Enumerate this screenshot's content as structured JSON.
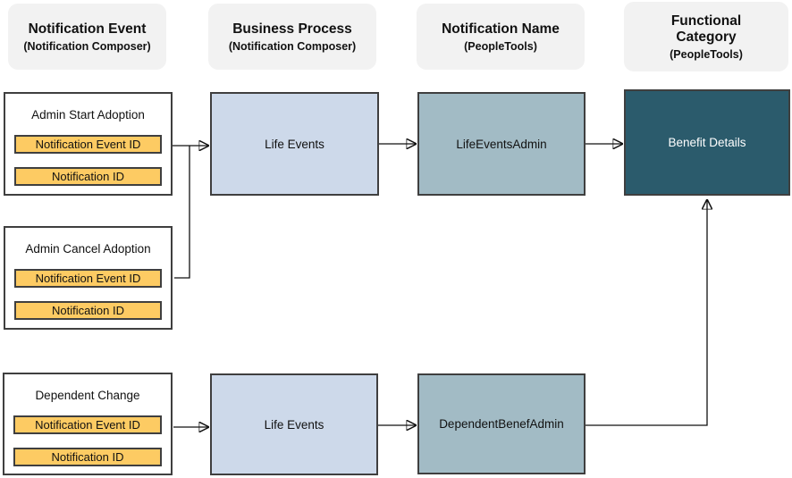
{
  "diagram": {
    "headers": [
      {
        "title": "Notification Event",
        "subtitle": "(Notification Composer)"
      },
      {
        "title": "Business Process",
        "subtitle": "(Notification Composer)"
      },
      {
        "title": "Notification Name",
        "subtitle": "(PeopleTools)"
      },
      {
        "title": "Functional Category",
        "subtitle": "(PeopleTools)"
      }
    ],
    "event_boxes": [
      {
        "title": "Admin Start Adoption",
        "fields": [
          "Notification Event ID",
          "Notification ID"
        ]
      },
      {
        "title": "Admin Cancel Adoption",
        "fields": [
          "Notification Event ID",
          "Notification ID"
        ]
      },
      {
        "title": "Dependent Change",
        "fields": [
          "Notification Event ID",
          "Notification ID"
        ]
      }
    ],
    "process_boxes": [
      {
        "label": "Life Events"
      },
      {
        "label": "Life Events"
      }
    ],
    "notification_boxes": [
      {
        "label": "LifeEventsAdmin"
      },
      {
        "label": "DependentBenefAdmin"
      }
    ],
    "category_boxes": [
      {
        "label": "Benefit Details"
      }
    ],
    "colors": {
      "header_bg": "#f2f2f2",
      "event_box_bg": "#ffffff",
      "field_chip_bg": "#fdcb63",
      "process_bg": "#cdd9ea",
      "notification_bg": "#a2bbc5",
      "category_bg": "#2b5b6c",
      "category_text": "#ffffff",
      "border": "#3f3f3f",
      "connector": "#111111"
    }
  }
}
